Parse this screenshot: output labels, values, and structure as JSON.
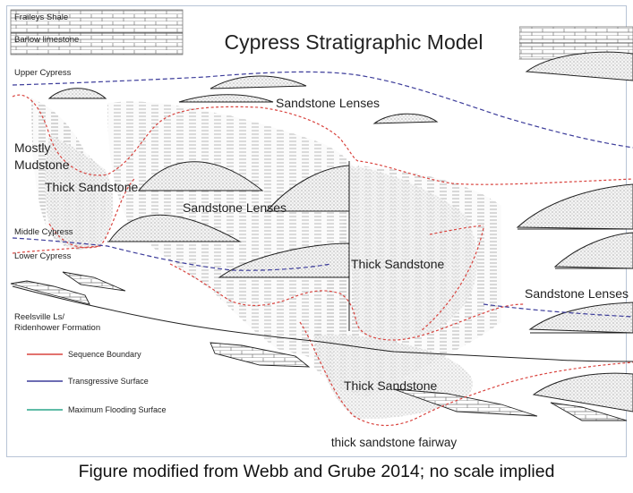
{
  "title": "Cypress Stratigraphic Model",
  "formations": {
    "fraileys": "Fraileys Shale",
    "barlow": "Barlow limestone",
    "upper_cypress": "Upper Cypress",
    "middle_cypress": "Middle Cypress",
    "lower_cypress": "Lower Cypress",
    "reelsville_1": "Reelsville Ls/",
    "reelsville_2": "Ridenhower Formation"
  },
  "bodies": {
    "mostly_mudstone_1": "Mostly",
    "mostly_mudstone_2": "Mudstone",
    "thick_sandstone_left": "Thick Sandstone",
    "sandstone_lenses_top": "Sandstone Lenses",
    "sandstone_lenses_mid": "Sandstone Lenses",
    "thick_sandstone_center": "Thick Sandstone",
    "sandstone_lenses_right": "Sandstone Lenses",
    "thick_sandstone_bottom": "Thick Sandstone"
  },
  "legend": [
    {
      "label": "Sequence Boundary",
      "color": "#d9443f"
    },
    {
      "label": "Transgressive Surface",
      "color": "#3c3c9a"
    },
    {
      "label": "Maximum Flooding Surface",
      "color": "#2aa58a"
    }
  ],
  "fairway_label": "thick sandstone fairway",
  "caption": "Figure modified from Webb and Grube 2014; no scale implied"
}
